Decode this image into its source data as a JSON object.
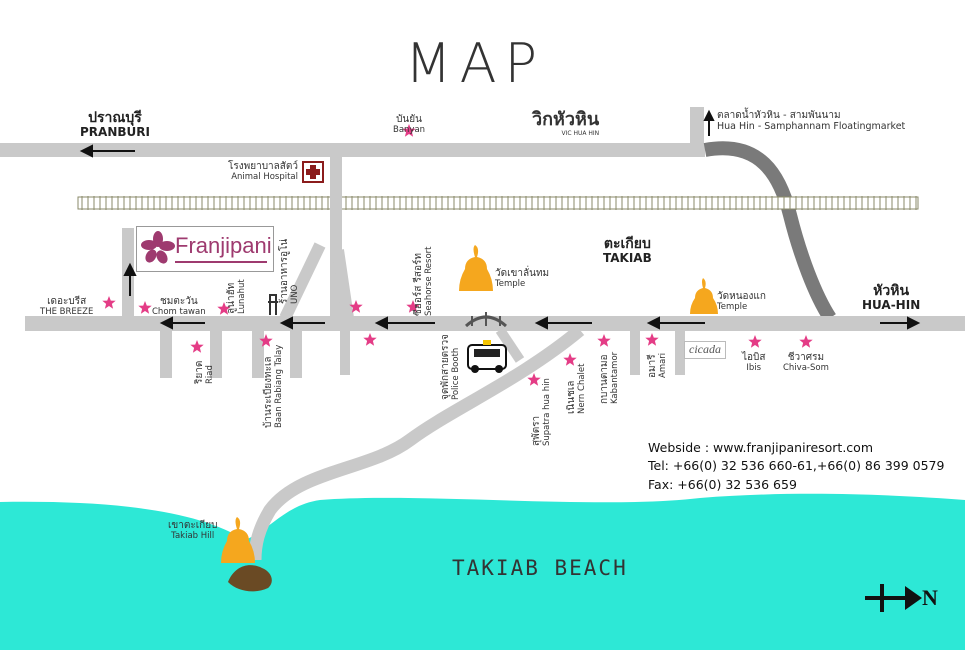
{
  "map": {
    "title": "MAP",
    "beach_label": "TAKIAB BEACH",
    "compass_label": "N",
    "colors": {
      "road": "#c9c9c9",
      "curved_road": "#7a7a7a",
      "sea": "#2de8d6",
      "star": "#e43c86",
      "buddha": "#f5a71e",
      "logo": "#9e3a6f"
    },
    "places": {
      "pranburi": {
        "th": "ปราณบุรี",
        "en": "PRANBURI"
      },
      "huahin": {
        "th": "หัวหิน",
        "en": "HUA-HIN"
      },
      "takiab": {
        "th": "ตะเกียบ",
        "en": "TAKIAB"
      },
      "banyan": {
        "th": "บันยัน",
        "en": "Banyan"
      },
      "vic": {
        "th": "วิกหัวหิน",
        "en": "VIC HUA HIN"
      },
      "floating": {
        "th": "ตลาดน้ำหัวหิน - สามพันนาม",
        "en": "Hua Hin - Samphannam Floatingmarket"
      },
      "hospital": {
        "th": "โรงพยาบาลสัตว์",
        "en": "Animal Hospital"
      },
      "franjipani": {
        "en": "Franjipani"
      },
      "breeze": {
        "th": "เดอะบรีส",
        "en": "THE BREEZE"
      },
      "chom": {
        "th": "ชมตะวัน",
        "en": "Chom tawan"
      },
      "lunahut": {
        "th": "ลูน่าฮัท",
        "en": "Lunahut"
      },
      "uno": {
        "th": "ร้านอาหารอูโน่",
        "en": "UNO"
      },
      "seahorse": {
        "th": "ซีฮอร์ส รีสอร์ท",
        "en": "Seahorse Resort"
      },
      "temple1": {
        "th": "วัดเขาลั่นทม",
        "en": "Temple"
      },
      "temple2": {
        "th": "วัดหนองแก",
        "en": "Temple"
      },
      "riad": {
        "th": "ริยาด",
        "en": "Riad"
      },
      "baan": {
        "th": "บ้านระเบียงทะเล",
        "en": "Baan Rabiang Talay"
      },
      "police": {
        "th": "จุดพักสายตรวจ",
        "en": "Police Booth"
      },
      "supatra": {
        "th": "สุพัตรา",
        "en": "Supatra hua hin"
      },
      "nern": {
        "th": "เนินชเล",
        "en": "Nern Chalet"
      },
      "kaban": {
        "th": "กบานตามอ",
        "en": "Kabantamor"
      },
      "amari": {
        "th": "อมารี",
        "en": "Amari"
      },
      "cicada": {
        "en": "cicada"
      },
      "ibis": {
        "th": "ไอบิส",
        "en": "Ibis"
      },
      "chiva": {
        "th": "ชีวาศรม",
        "en": "Chiva-Som"
      },
      "hill": {
        "th": "เขาตะเกียบ",
        "en": "Takiab Hill"
      }
    },
    "contact": {
      "website": "Webside : www.franjipaniresort.com",
      "tel": "Tel: +66(0) 32 536 660-61,+66(0) 86 399 0579",
      "fax": "Fax: +66(0) 32 536 659"
    }
  }
}
